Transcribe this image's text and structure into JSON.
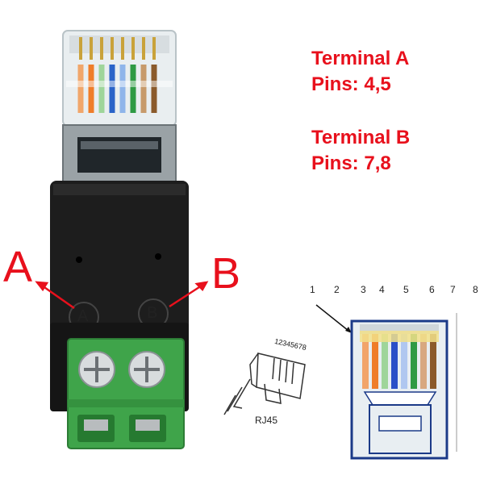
{
  "info": {
    "terminal_a_title": "Terminal A",
    "terminal_a_pins": "Pins: 4,5",
    "terminal_b_title": "Terminal B",
    "terminal_b_pins": "Pins: 7,8"
  },
  "callouts": {
    "a_letter": "A",
    "b_letter": "B"
  },
  "adapter": {
    "mark_a": "A",
    "mark_b": "B"
  },
  "diagram": {
    "pin_numbers": [
      "1",
      "2",
      "3",
      "4",
      "5",
      "6",
      "7",
      "8"
    ],
    "plug_digits": "12345678",
    "plug_label": "RJ45"
  },
  "colors": {
    "label_red": "#e8101c",
    "adapter_body": "#1d1d1d",
    "terminal_block": "#3fa44a"
  }
}
